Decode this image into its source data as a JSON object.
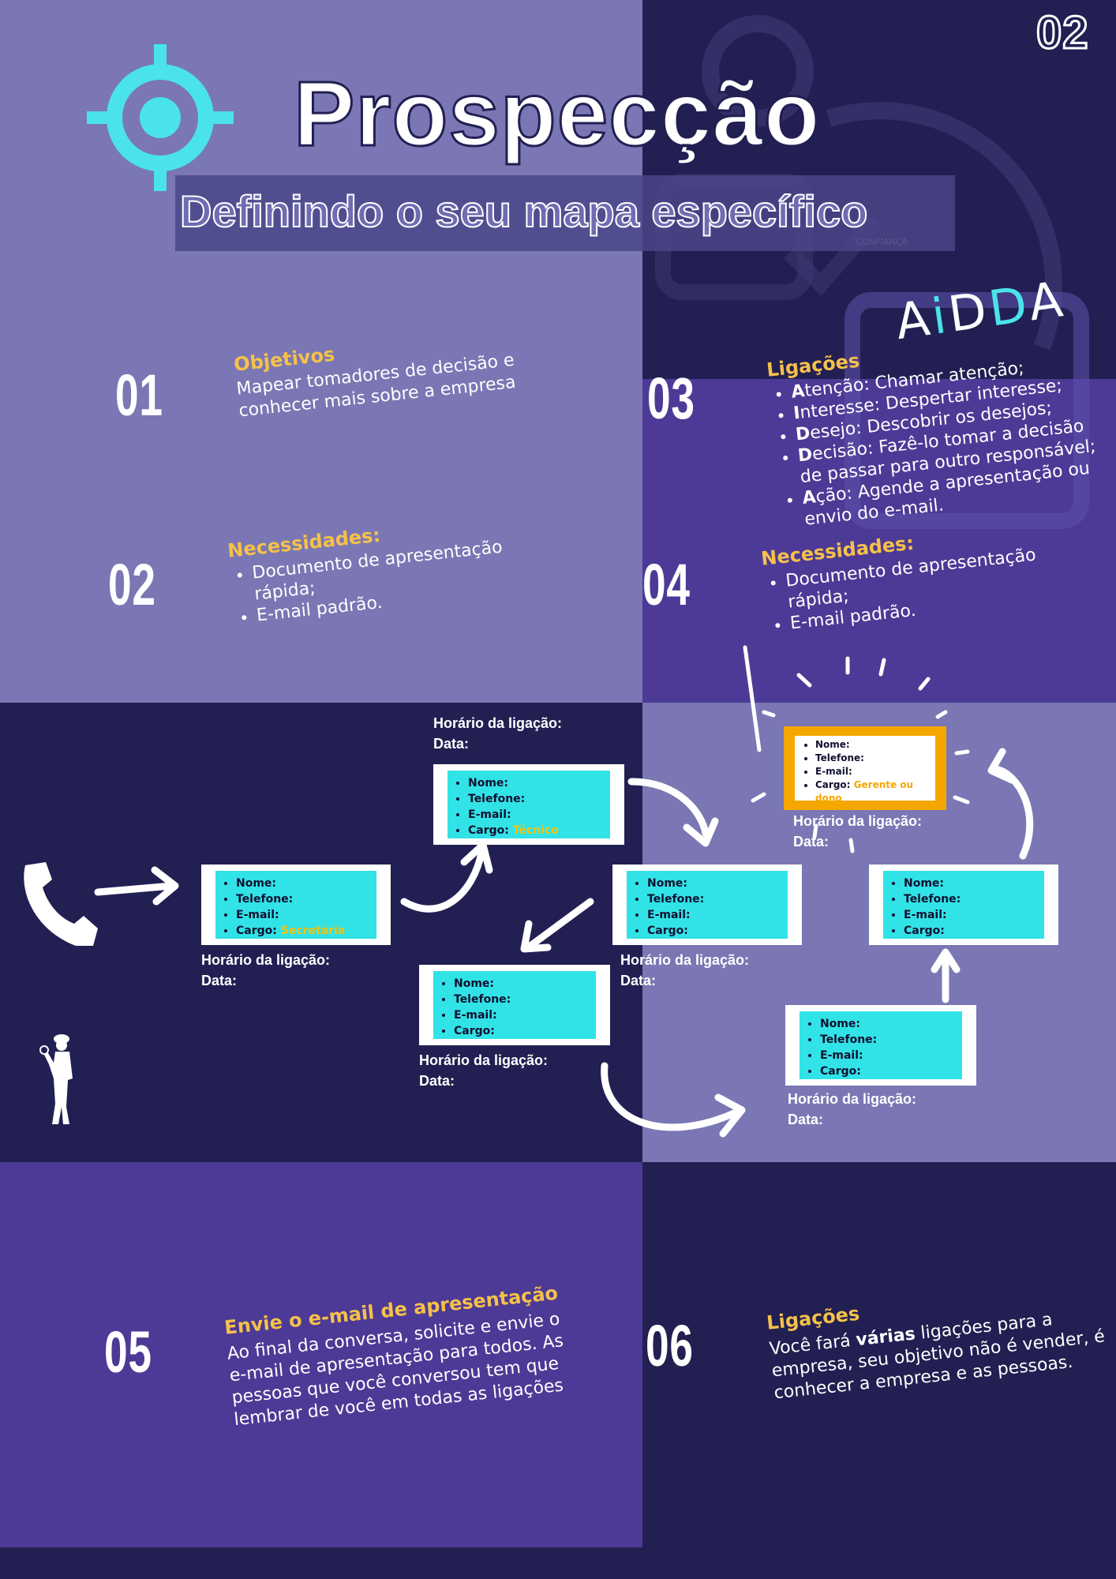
{
  "page_number": "02",
  "title": "Prospecção",
  "subtitle": "Definindo o seu mapa específico",
  "watermark": "CONFIANÇA",
  "colors": {
    "panel_light": "#7a77b4",
    "panel_dark": "#221f52",
    "panel_mid": "#4d3a96",
    "accent_cyan": "#4be3ea",
    "heading_yellow": "#f5c14a",
    "card_cyan": "#31e3e6"
  },
  "target_icon": "crosshair-target-icon",
  "aidda_logo": "AiDDA",
  "sections": {
    "s01": {
      "number": "01",
      "heading": "Objetivos",
      "text": "Mapear tomadores de decisão e conhecer mais sobre a empresa"
    },
    "s02": {
      "number": "02",
      "heading": "Necessidades:",
      "items": [
        "Documento de apresentação rápida;",
        "E-mail padrão."
      ]
    },
    "s03": {
      "number": "03",
      "heading": "Ligações",
      "items": [
        {
          "letter": "A",
          "rest": "tenção: Chamar atenção;"
        },
        {
          "letter": "I",
          "rest": "nteresse: Despertar interesse;"
        },
        {
          "letter": "D",
          "rest": "esejo: Descobrir os desejos;"
        },
        {
          "letter": "D",
          "rest": "ecisão:  Fazê-lo tomar a decisão de passar para outro responsável;"
        },
        {
          "letter": "A",
          "rest": "ção: Agende a apresentação ou envio do e-mail."
        }
      ]
    },
    "s04": {
      "number": "04",
      "heading": "Necessidades:",
      "items": [
        "Documento de apresentação rápida;",
        "E-mail padrão."
      ]
    },
    "s05": {
      "number": "05",
      "heading": "Envie o e-mail de apresentação",
      "text": "Ao final da conversa, solicite e envie o e-mail de apresentação para todos. As pessoas que você conversou tem que lembrar de você em todas as ligações"
    },
    "s06": {
      "number": "06",
      "heading": "Ligações",
      "text_before": "Você fará ",
      "text_bold": "várias",
      "text_after": " ligações para a empresa, seu objetivo não é vender, é conhecer a empresa e as pessoas."
    }
  },
  "cards": {
    "labels": {
      "nome": "Nome:",
      "telefone": "Telefone:",
      "email": "E-mail:",
      "cargo": "Cargo:"
    },
    "caption_time": "Horário da ligação:",
    "caption_date": "Data:",
    "c1": {
      "cargo_value": "Secretária"
    },
    "c2": {
      "cargo_value": "Técnico"
    },
    "c3": {
      "cargo_value": ""
    },
    "c4": {
      "cargo_value": ""
    },
    "c5": {
      "cargo_value": "Gerente ou dono"
    },
    "c6": {
      "cargo_value": ""
    },
    "c7": {
      "cargo_value": ""
    }
  }
}
